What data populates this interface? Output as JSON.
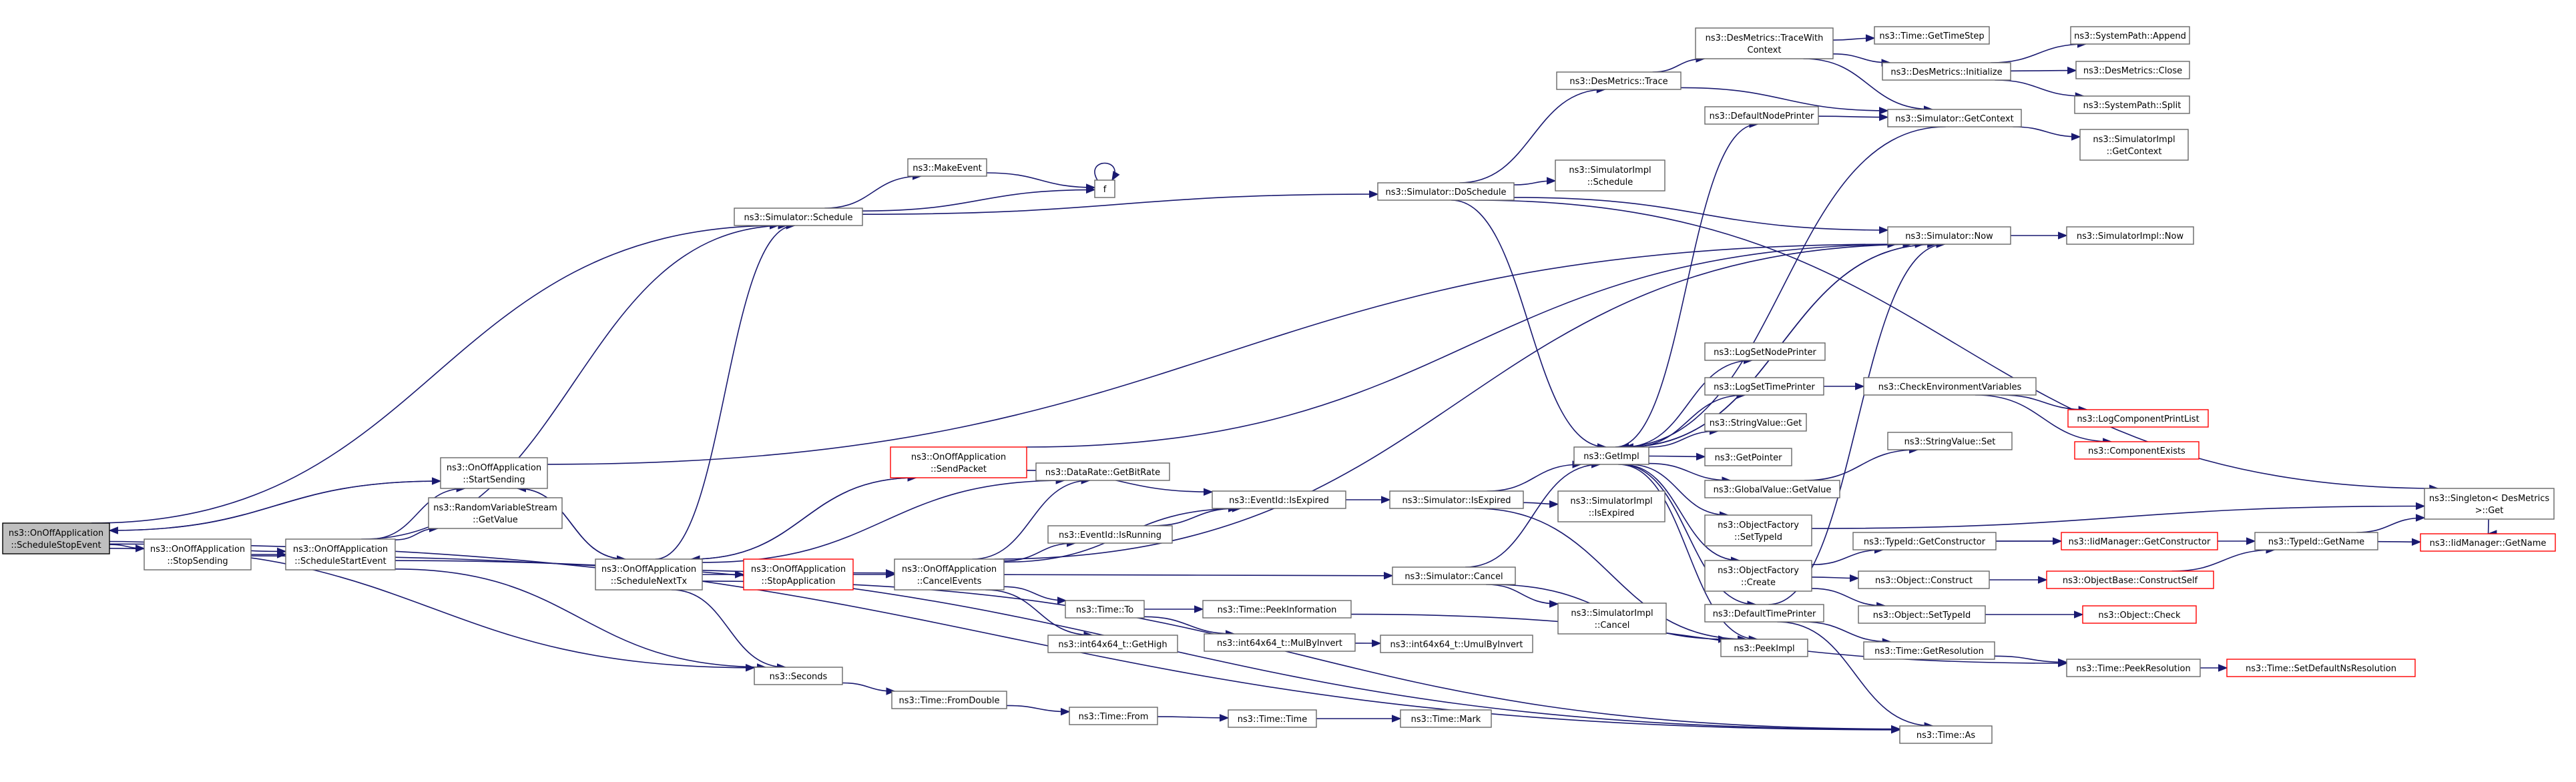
{
  "colors": {
    "edge": "#191970",
    "node_border": "#666666",
    "node_border_red": "#ff0000",
    "node_fill": "#ffffff",
    "root_fill": "#bfbfbf",
    "root_border": "#000000"
  },
  "nodes": [
    {
      "id": "root",
      "lines": [
        "ns3::OnOffApplication",
        "::ScheduleStopEvent"
      ],
      "kind": "root"
    },
    {
      "id": "stopsending",
      "lines": [
        "ns3::OnOffApplication",
        "::StopSending"
      ]
    },
    {
      "id": "startsending",
      "lines": [
        "ns3::OnOffApplication",
        "::StartSending"
      ]
    },
    {
      "id": "schedstart",
      "lines": [
        "ns3::OnOffApplication",
        "::ScheduleStartEvent"
      ]
    },
    {
      "id": "rvgetvalue",
      "lines": [
        "ns3::RandomVariableStream",
        "::GetValue"
      ]
    },
    {
      "id": "schedule",
      "lines": [
        "ns3::Simulator::Schedule"
      ]
    },
    {
      "id": "makeevent",
      "lines": [
        "ns3::MakeEvent"
      ]
    },
    {
      "id": "f",
      "lines": [
        "f"
      ]
    },
    {
      "id": "doschedule",
      "lines": [
        "ns3::Simulator::DoSchedule"
      ]
    },
    {
      "id": "desmtrace",
      "lines": [
        "ns3::DesMetrics::Trace"
      ]
    },
    {
      "id": "desmtracectx",
      "lines": [
        "ns3::DesMetrics::TraceWith",
        "Context"
      ]
    },
    {
      "id": "gettimestep",
      "lines": [
        "ns3::Time::GetTimeStep"
      ]
    },
    {
      "id": "desminit",
      "lines": [
        "ns3::DesMetrics::Initialize"
      ]
    },
    {
      "id": "sysappend",
      "lines": [
        "ns3::SystemPath::Append"
      ]
    },
    {
      "id": "desmclose",
      "lines": [
        "ns3::DesMetrics::Close"
      ]
    },
    {
      "id": "syssplit",
      "lines": [
        "ns3::SystemPath::Split"
      ]
    },
    {
      "id": "defnodeprinter",
      "lines": [
        "ns3::DefaultNodePrinter"
      ]
    },
    {
      "id": "getcontext",
      "lines": [
        "ns3::Simulator::GetContext"
      ]
    },
    {
      "id": "simimplgetctx",
      "lines": [
        "ns3::SimulatorImpl",
        "::GetContext"
      ]
    },
    {
      "id": "simimplschedule",
      "lines": [
        "ns3::SimulatorImpl",
        "::Schedule"
      ]
    },
    {
      "id": "now",
      "lines": [
        "ns3::Simulator::Now"
      ]
    },
    {
      "id": "simimplnow",
      "lines": [
        "ns3::SimulatorImpl::Now"
      ]
    },
    {
      "id": "logsetnodeprinter",
      "lines": [
        "ns3::LogSetNodePrinter"
      ]
    },
    {
      "id": "logsettimeprinter",
      "lines": [
        "ns3::LogSetTimePrinter"
      ]
    },
    {
      "id": "checkenv",
      "lines": [
        "ns3::CheckEnvironmentVariables"
      ]
    },
    {
      "id": "logcomplist",
      "lines": [
        "ns3::LogComponentPrintList"
      ],
      "kind": "red"
    },
    {
      "id": "compexists",
      "lines": [
        "ns3::ComponentExists"
      ],
      "kind": "red"
    },
    {
      "id": "stringvalueget",
      "lines": [
        "ns3::StringValue::Get"
      ]
    },
    {
      "id": "getimpl",
      "lines": [
        "ns3::GetImpl"
      ]
    },
    {
      "id": "getpointer",
      "lines": [
        "ns3::GetPointer"
      ]
    },
    {
      "id": "stringvalueset",
      "lines": [
        "ns3::StringValue::Set"
      ]
    },
    {
      "id": "globalvalue",
      "lines": [
        "ns3::GlobalValue::GetValue"
      ]
    },
    {
      "id": "singleton",
      "lines": [
        "ns3::Singleton< DesMetrics",
        ">::Get"
      ]
    },
    {
      "id": "objfacttypeid",
      "lines": [
        "ns3::ObjectFactory",
        "::SetTypeId"
      ]
    },
    {
      "id": "typeidgetctor",
      "lines": [
        "ns3::TypeId::GetConstructor"
      ]
    },
    {
      "id": "iidmgrgetctor",
      "lines": [
        "ns3::IidManager::GetConstructor"
      ],
      "kind": "red"
    },
    {
      "id": "typeidgetname",
      "lines": [
        "ns3::TypeId::GetName"
      ]
    },
    {
      "id": "iidmgrgetname",
      "lines": [
        "ns3::IidManager::GetName"
      ],
      "kind": "red"
    },
    {
      "id": "objfactcreate",
      "lines": [
        "ns3::ObjectFactory",
        "::Create"
      ]
    },
    {
      "id": "objconstruct",
      "lines": [
        "ns3::Object::Construct"
      ]
    },
    {
      "id": "objbaseconstruct",
      "lines": [
        "ns3::ObjectBase::ConstructSelf"
      ],
      "kind": "red"
    },
    {
      "id": "objsettypeid",
      "lines": [
        "ns3::Object::SetTypeId"
      ]
    },
    {
      "id": "objcheck",
      "lines": [
        "ns3::Object::Check"
      ],
      "kind": "red"
    },
    {
      "id": "deftimeprinter",
      "lines": [
        "ns3::DefaultTimePrinter"
      ]
    },
    {
      "id": "peekimpl",
      "lines": [
        "ns3::PeekImpl"
      ]
    },
    {
      "id": "timegetres",
      "lines": [
        "ns3::Time::GetResolution"
      ]
    },
    {
      "id": "peekres",
      "lines": [
        "ns3::Time::PeekResolution"
      ]
    },
    {
      "id": "setdefnsres",
      "lines": [
        "ns3::Time::SetDefaultNsResolution"
      ],
      "kind": "red"
    },
    {
      "id": "timeas",
      "lines": [
        "ns3::Time::As"
      ]
    },
    {
      "id": "sendpacket",
      "lines": [
        "ns3::OnOffApplication",
        "::SendPacket"
      ],
      "kind": "red"
    },
    {
      "id": "schednexttx",
      "lines": [
        "ns3::OnOffApplication",
        "::ScheduleNextTx"
      ]
    },
    {
      "id": "stopapp",
      "lines": [
        "ns3::OnOffApplication",
        "::StopApplication"
      ],
      "kind": "red"
    },
    {
      "id": "cancelevents",
      "lines": [
        "ns3::OnOffApplication",
        "::CancelEvents"
      ]
    },
    {
      "id": "getbitrate",
      "lines": [
        "ns3::DataRate::GetBitRate"
      ]
    },
    {
      "id": "eventidisexpired",
      "lines": [
        "ns3::EventId::IsExpired"
      ]
    },
    {
      "id": "simisexpired",
      "lines": [
        "ns3::Simulator::IsExpired"
      ]
    },
    {
      "id": "simimplisexpired",
      "lines": [
        "ns3::SimulatorImpl",
        "::IsExpired"
      ]
    },
    {
      "id": "eventidisrunning",
      "lines": [
        "ns3::EventId::IsRunning"
      ]
    },
    {
      "id": "simcancel",
      "lines": [
        "ns3::Simulator::Cancel"
      ]
    },
    {
      "id": "simimplcancel",
      "lines": [
        "ns3::SimulatorImpl",
        "::Cancel"
      ]
    },
    {
      "id": "timeto",
      "lines": [
        "ns3::Time::To"
      ]
    },
    {
      "id": "peekinfo",
      "lines": [
        "ns3::Time::PeekInformation"
      ]
    },
    {
      "id": "mulbyinvert",
      "lines": [
        "ns3::int64x64_t::MulByInvert"
      ]
    },
    {
      "id": "umulbyinvert",
      "lines": [
        "ns3::int64x64_t::UmulByInvert"
      ]
    },
    {
      "id": "gethigh",
      "lines": [
        "ns3::int64x64_t::GetHigh"
      ]
    },
    {
      "id": "seconds",
      "lines": [
        "ns3::Seconds"
      ]
    },
    {
      "id": "fromdouble",
      "lines": [
        "ns3::Time::FromDouble"
      ]
    },
    {
      "id": "timefrom",
      "lines": [
        "ns3::Time::From"
      ]
    },
    {
      "id": "timetime",
      "lines": [
        "ns3::Time::Time"
      ]
    },
    {
      "id": "timemark",
      "lines": [
        "ns3::Time::Mark"
      ]
    }
  ],
  "edges": [
    [
      "root",
      "stopsending"
    ],
    [
      "root",
      "startsending"
    ],
    [
      "root",
      "schedule"
    ],
    [
      "root",
      "seconds"
    ],
    [
      "root",
      "timeas"
    ],
    [
      "root",
      "schedstart"
    ],
    [
      "stopsending",
      "cancelevents"
    ],
    [
      "stopsending",
      "schedstart"
    ],
    [
      "startsending",
      "schednexttx"
    ],
    [
      "startsending",
      "now"
    ],
    [
      "startsending",
      "root"
    ],
    [
      "schedstart",
      "rvgetvalue"
    ],
    [
      "schedstart",
      "schedule"
    ],
    [
      "schedstart",
      "seconds"
    ],
    [
      "schedstart",
      "startsending"
    ],
    [
      "schedstart",
      "timeas"
    ],
    [
      "schedule",
      "makeevent"
    ],
    [
      "schedule",
      "doschedule"
    ],
    [
      "schedule",
      "f"
    ],
    [
      "makeevent",
      "f"
    ],
    [
      "f",
      "f"
    ],
    [
      "doschedule",
      "desmtrace"
    ],
    [
      "doschedule",
      "simimplschedule"
    ],
    [
      "doschedule",
      "getimpl"
    ],
    [
      "doschedule",
      "now"
    ],
    [
      "doschedule",
      "singleton"
    ],
    [
      "desmtrace",
      "desmtracectx"
    ],
    [
      "desmtrace",
      "getcontext"
    ],
    [
      "desmtracectx",
      "gettimestep"
    ],
    [
      "desmtracectx",
      "desminit"
    ],
    [
      "desmtracectx",
      "getcontext"
    ],
    [
      "desminit",
      "sysappend"
    ],
    [
      "desminit",
      "desmclose"
    ],
    [
      "desminit",
      "syssplit"
    ],
    [
      "defnodeprinter",
      "getcontext"
    ],
    [
      "getcontext",
      "simimplgetctx"
    ],
    [
      "getcontext",
      "getimpl"
    ],
    [
      "now",
      "simimplnow"
    ],
    [
      "now",
      "getimpl"
    ],
    [
      "getimpl",
      "defnodeprinter"
    ],
    [
      "getimpl",
      "logsetnodeprinter"
    ],
    [
      "getimpl",
      "logsettimeprinter"
    ],
    [
      "getimpl",
      "stringvalueget"
    ],
    [
      "getimpl",
      "getpointer"
    ],
    [
      "getimpl",
      "globalvalue"
    ],
    [
      "getimpl",
      "objfacttypeid"
    ],
    [
      "getimpl",
      "objfactcreate"
    ],
    [
      "getimpl",
      "deftimeprinter"
    ],
    [
      "getimpl",
      "peekimpl"
    ],
    [
      "getimpl",
      "now"
    ],
    [
      "logsettimeprinter",
      "checkenv"
    ],
    [
      "checkenv",
      "logcomplist"
    ],
    [
      "checkenv",
      "compexists"
    ],
    [
      "globalvalue",
      "stringvalueset"
    ],
    [
      "objfacttypeid",
      "singleton"
    ],
    [
      "objfactcreate",
      "typeidgetctor"
    ],
    [
      "objfactcreate",
      "objconstruct"
    ],
    [
      "objfactcreate",
      "objsettypeid"
    ],
    [
      "typeidgetctor",
      "iidmgrgetctor"
    ],
    [
      "typeidgetctor",
      "typeidgetname"
    ],
    [
      "typeidgetname",
      "iidmgrgetname"
    ],
    [
      "typeidgetname",
      "singleton"
    ],
    [
      "singleton",
      "iidmgrgetname"
    ],
    [
      "objconstruct",
      "objbaseconstruct"
    ],
    [
      "objbaseconstruct",
      "typeidgetname"
    ],
    [
      "objsettypeid",
      "objcheck"
    ],
    [
      "deftimeprinter",
      "now"
    ],
    [
      "deftimeprinter",
      "timegetres"
    ],
    [
      "deftimeprinter",
      "timeas"
    ],
    [
      "timegetres",
      "peekres"
    ],
    [
      "peekres",
      "setdefnsres"
    ],
    [
      "schednexttx",
      "sendpacket"
    ],
    [
      "schednexttx",
      "stopapp"
    ],
    [
      "schednexttx",
      "schedule"
    ],
    [
      "schednexttx",
      "getbitrate"
    ],
    [
      "schednexttx",
      "seconds"
    ],
    [
      "schednexttx",
      "timeas"
    ],
    [
      "schednexttx",
      "startsending"
    ],
    [
      "sendpacket",
      "schednexttx"
    ],
    [
      "sendpacket",
      "eventidisexpired"
    ],
    [
      "sendpacket",
      "now"
    ],
    [
      "stopapp",
      "cancelevents"
    ],
    [
      "cancelevents",
      "getbitrate"
    ],
    [
      "cancelevents",
      "eventidisexpired"
    ],
    [
      "cancelevents",
      "eventidisrunning"
    ],
    [
      "cancelevents",
      "simcancel"
    ],
    [
      "cancelevents",
      "timeto"
    ],
    [
      "cancelevents",
      "gethigh"
    ],
    [
      "cancelevents",
      "now"
    ],
    [
      "eventidisexpired",
      "simisexpired"
    ],
    [
      "eventidisrunning",
      "eventidisexpired"
    ],
    [
      "simisexpired",
      "getimpl"
    ],
    [
      "simisexpired",
      "simimplisexpired"
    ],
    [
      "simisexpired",
      "peekimpl"
    ],
    [
      "simcancel",
      "getimpl"
    ],
    [
      "simcancel",
      "simimplcancel"
    ],
    [
      "simcancel",
      "peekimpl"
    ],
    [
      "timeto",
      "peekinfo"
    ],
    [
      "timeto",
      "mulbyinvert"
    ],
    [
      "peekinfo",
      "peekres"
    ],
    [
      "mulbyinvert",
      "umulbyinvert"
    ],
    [
      "seconds",
      "fromdouble"
    ],
    [
      "fromdouble",
      "timefrom"
    ],
    [
      "timefrom",
      "timetime"
    ],
    [
      "timetime",
      "timemark"
    ]
  ]
}
